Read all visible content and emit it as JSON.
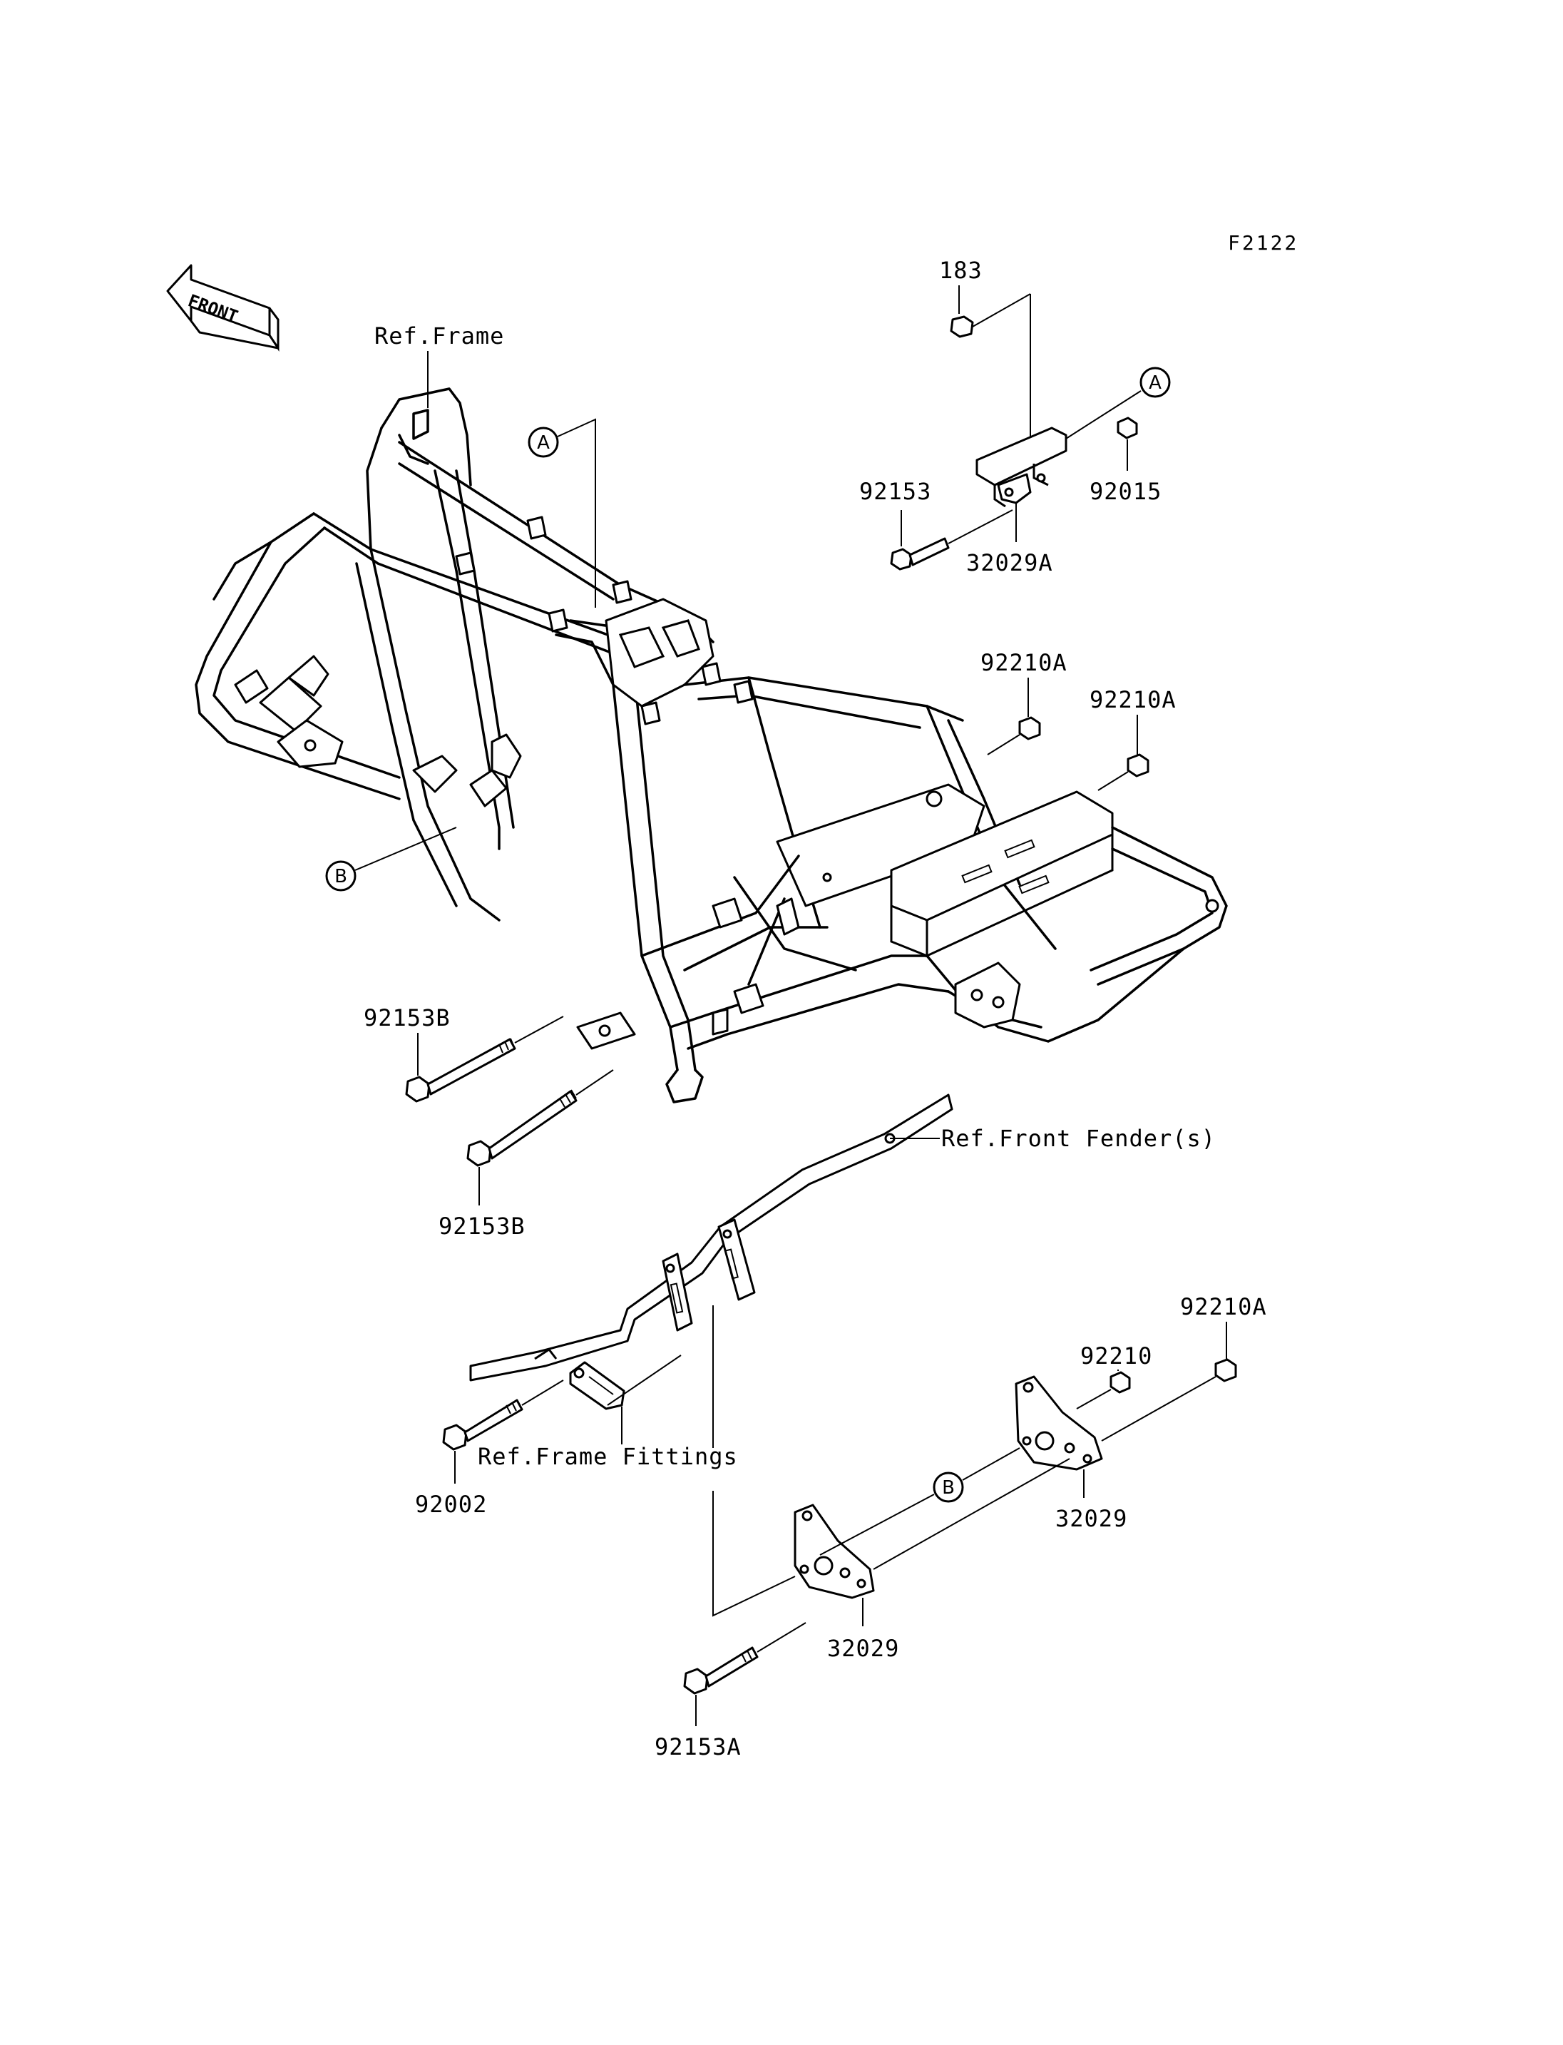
{
  "diagram_code": "F2122",
  "front_indicator": "FRONT",
  "labels": {
    "ref_frame": "Ref.Frame",
    "ref_front_fender": "Ref.Front Fender(s)",
    "ref_frame_fittings": "Ref.Frame Fittings"
  },
  "parts": {
    "p183": "183",
    "p92153": "92153",
    "p32029A": "32029A",
    "p92015": "92015",
    "p92210A_1": "92210A",
    "p92210A_2": "92210A",
    "p92153B_1": "92153B",
    "p92153B_2": "92153B",
    "p92210": "92210",
    "p92210A_3": "92210A",
    "p92002": "92002",
    "p32029_1": "32029",
    "p32029_2": "32029",
    "p92153A": "92153A"
  },
  "callouts": {
    "a_frame": "A",
    "a_bracket": "A",
    "b_frame": "B",
    "b_plate": "B"
  }
}
